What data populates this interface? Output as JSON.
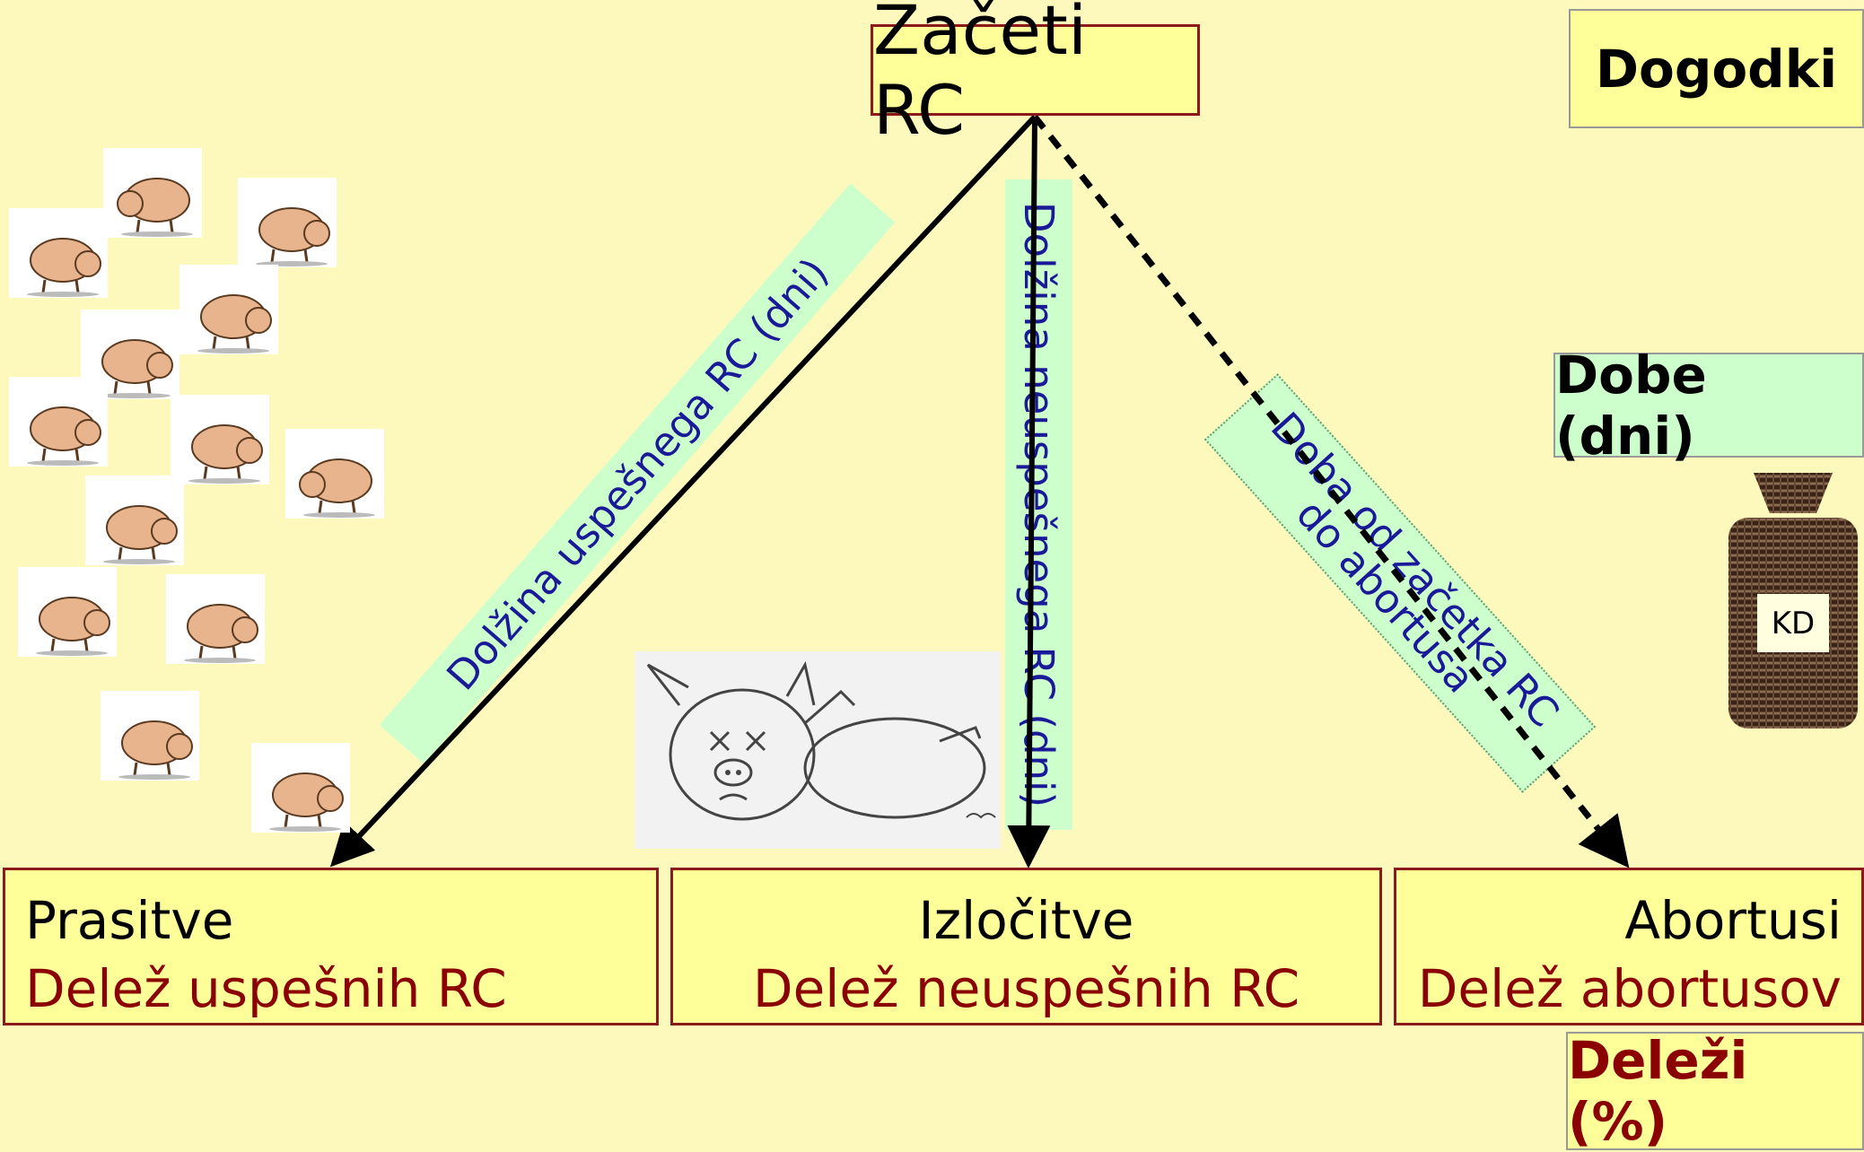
{
  "start": {
    "label": "Začeti RC"
  },
  "legend": {
    "events": "Dogodki",
    "periods": "Dobe (dni)",
    "shares": "Deleži (%)"
  },
  "durations": {
    "successful": "Dolžina uspešnega RC (dni)",
    "unsuccessful": "Dolžina neuspešnega RC (dni)",
    "abortion_line1": "Doba od začetka RC",
    "abortion_line2": "do abortusa"
  },
  "outcomes": [
    {
      "event": "Prasitve",
      "share": "Delež uspešnih RC"
    },
    {
      "event": "Izločitve",
      "share": "Delež neuspešnih RC"
    },
    {
      "event": "Abortusi",
      "share": "Delež abortusov"
    }
  ],
  "bag": {
    "label": "KD"
  },
  "colors": {
    "background": "#fdf9bd",
    "box_fill": "#ffff99",
    "box_border": "#8b1a1a",
    "duration_fill": "#ccffcc",
    "duration_text": "#1a1a99",
    "share_text": "#8b0000"
  }
}
